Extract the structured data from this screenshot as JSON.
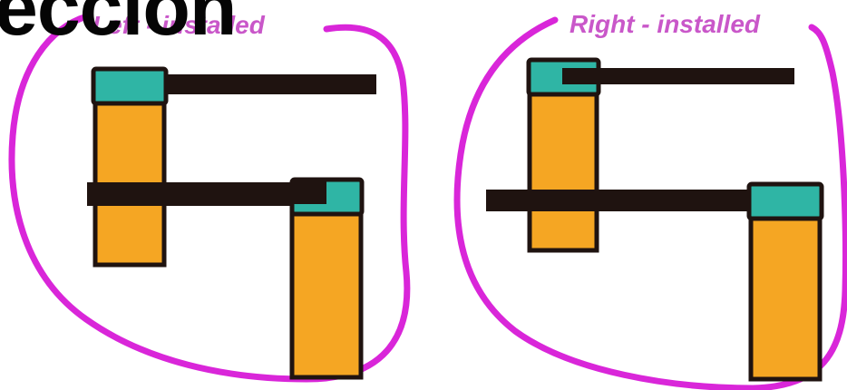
{
  "heading": "ección",
  "panels": {
    "left": {
      "label": "Left - installed"
    },
    "right": {
      "label": "Right - installed"
    }
  },
  "colors": {
    "outline": "#d926d9",
    "post": "#f5a623",
    "cap": "#2fb5a5",
    "arm": "#1f1310",
    "label": "#c957c9",
    "heading": "#050505"
  }
}
